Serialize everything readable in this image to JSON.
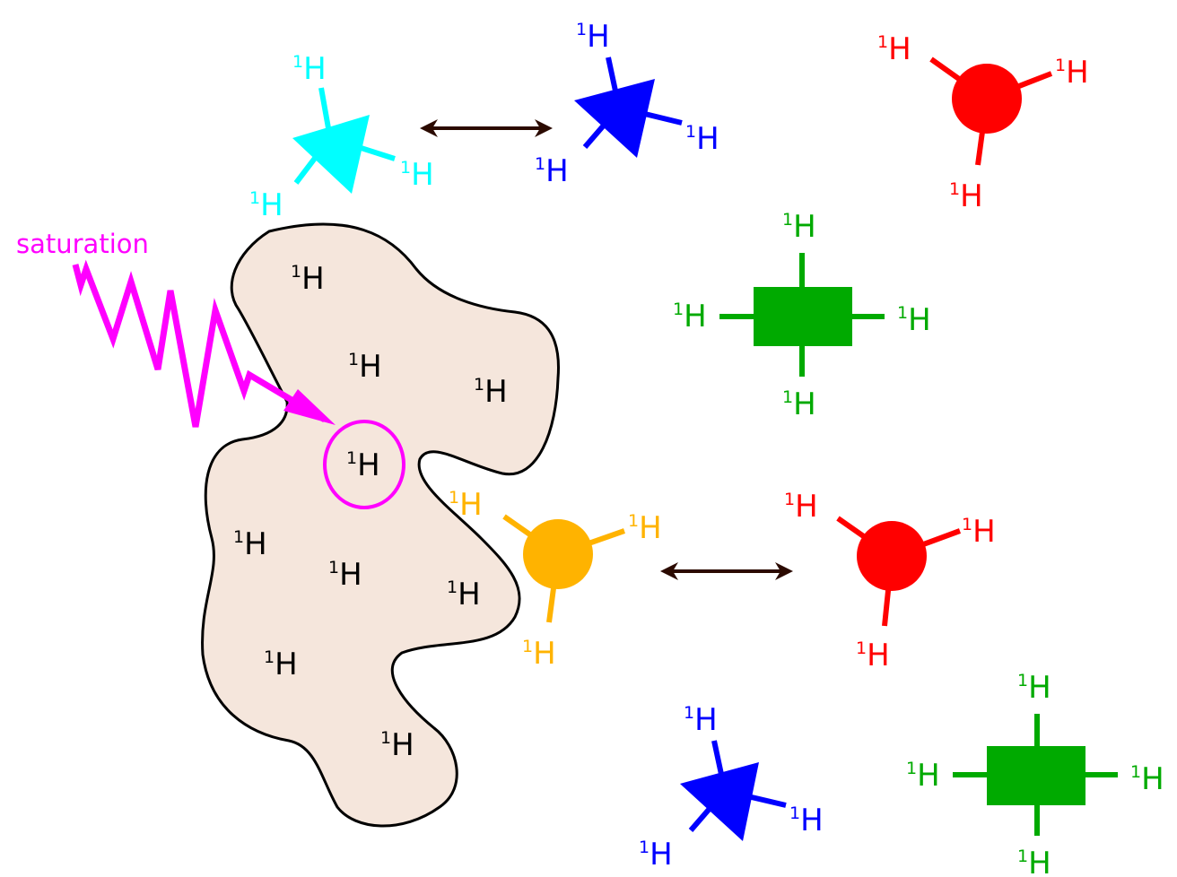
{
  "saturation_label": "saturation",
  "proton": {
    "sup": "1",
    "el": "H"
  },
  "colors": {
    "protein_fill": "#f5e6dc",
    "outline": "#000000",
    "saturation": "#ff00ff",
    "cyan_ligand": "#00ffff",
    "blue_ligand": "#0000ff",
    "red_ligand": "#ff0000",
    "green_ligand": "#00aa00",
    "orange_ligand": "#ffb300",
    "exchange_arrow": "#2b0a00"
  }
}
